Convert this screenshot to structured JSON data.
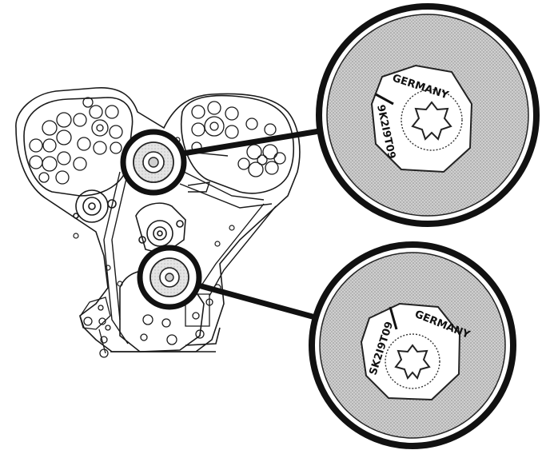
{
  "diagram": {
    "colors": {
      "line": "#1a1a1a",
      "fill": "#ffffff",
      "shade": "#c7c7c7",
      "stipple": "#8a8a8a"
    },
    "upper_detail": {
      "country_text": "GERMANY",
      "part_text": "9K2I9T09"
    },
    "lower_detail": {
      "country_text": "GERMANY",
      "part_text": "SK2I9T09"
    }
  }
}
